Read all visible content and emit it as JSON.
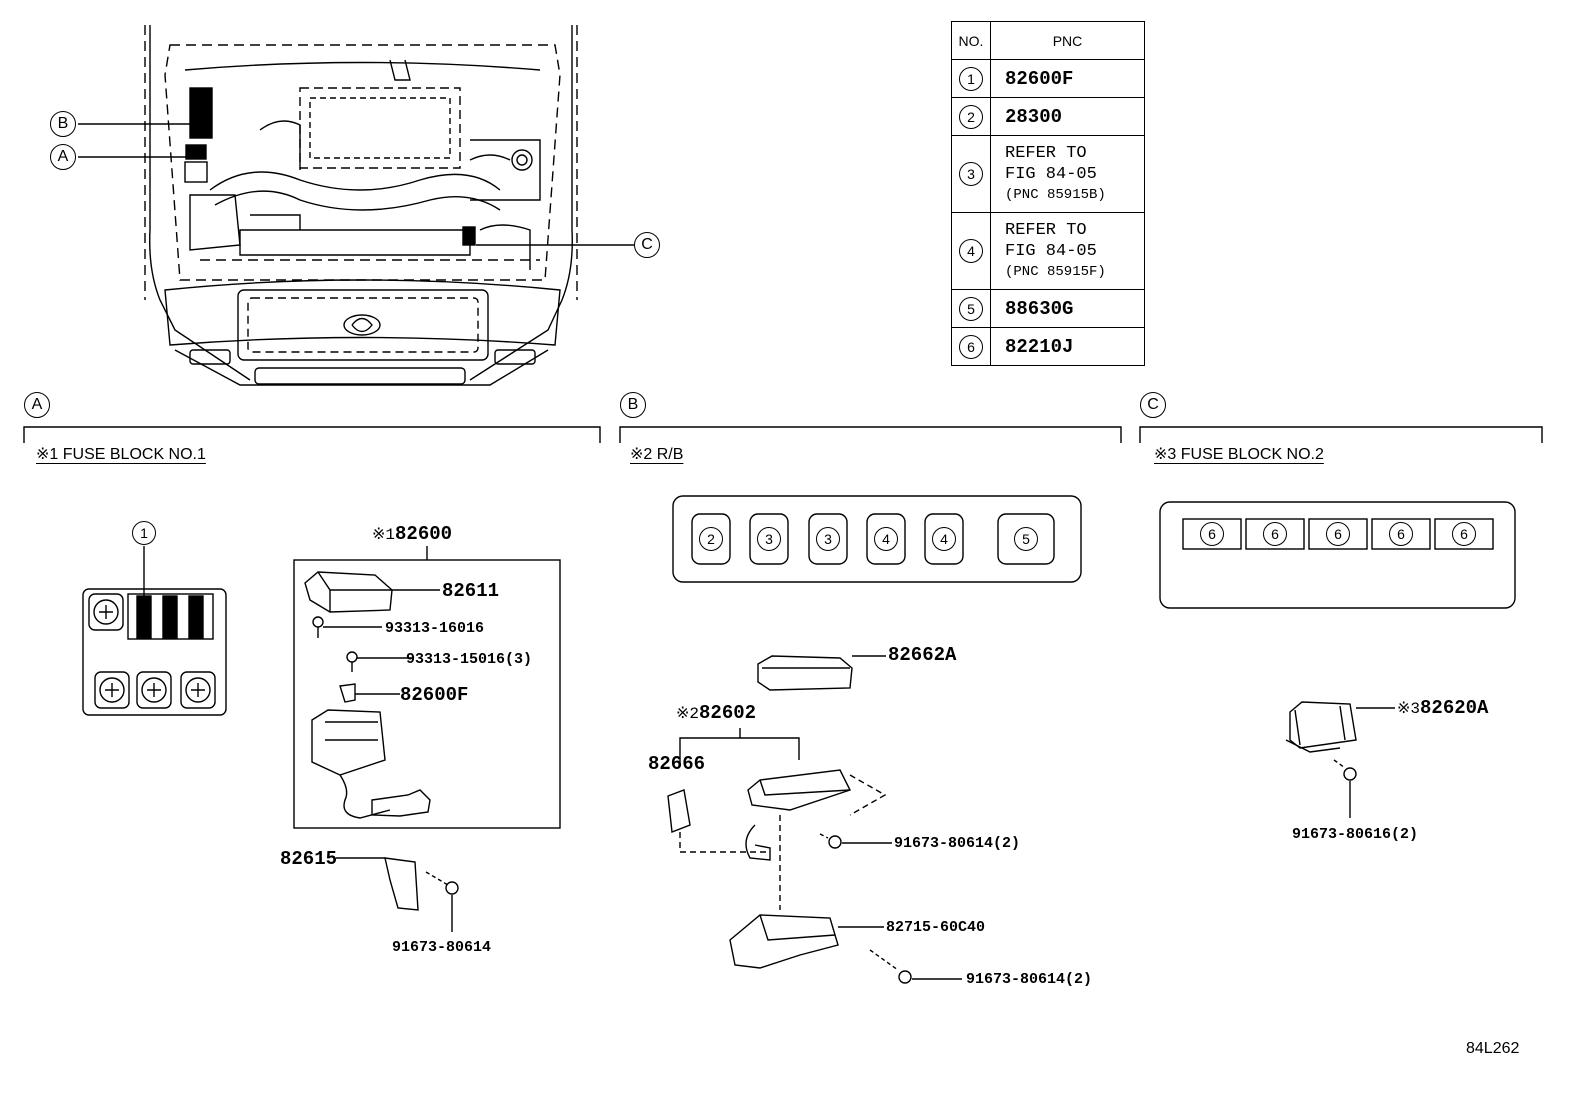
{
  "table": {
    "header_no": "NO.",
    "header_pnc": "PNC",
    "rows": [
      {
        "no": "1",
        "pnc": "82600F"
      },
      {
        "no": "2",
        "pnc": "28300"
      },
      {
        "no": "3",
        "line1": "REFER TO",
        "line2": "FIG 84-05",
        "line3": "(PNC 85915B)"
      },
      {
        "no": "4",
        "line1": "REFER TO",
        "line2": "FIG 84-05",
        "line3": "(PNC 85915F)"
      },
      {
        "no": "5",
        "pnc": "88630G"
      },
      {
        "no": "6",
        "pnc": "82210J"
      }
    ]
  },
  "callouts": {
    "a": "A",
    "b": "B",
    "c": "C"
  },
  "sections": {
    "a": {
      "letter": "A",
      "title": "※1 FUSE BLOCK NO.1"
    },
    "b": {
      "letter": "B",
      "title": "※2 R/B"
    },
    "c": {
      "letter": "C",
      "title": "※3 FUSE BLOCK NO.2"
    }
  },
  "fuse_block_1": {
    "fuse_ref": "1"
  },
  "relay_block_slots": [
    "2",
    "3",
    "3",
    "4",
    "4",
    "5"
  ],
  "fuse_block_2_slots": [
    "6",
    "6",
    "6",
    "6",
    "6"
  ],
  "parts_a": {
    "assembly_mark": "※1",
    "assembly": "82600",
    "cover": "82611",
    "bolt1": "93313-16016",
    "bolt2": "93313-15016(3)",
    "fuse": "82600F",
    "bracket": "82615",
    "bracket_bolt": "91673-80614"
  },
  "parts_b": {
    "cover": "82662A",
    "assembly_mark": "※2",
    "assembly": "82602",
    "connector": "82666",
    "bolt": "91673-80614(2)",
    "bracket": "82715-60C40",
    "bracket_bolt": "91673-80614(2)"
  },
  "parts_c": {
    "assembly_mark": "※3",
    "assembly": "82620A",
    "bolt": "91673-80616(2)"
  },
  "figure_id": "84L262"
}
